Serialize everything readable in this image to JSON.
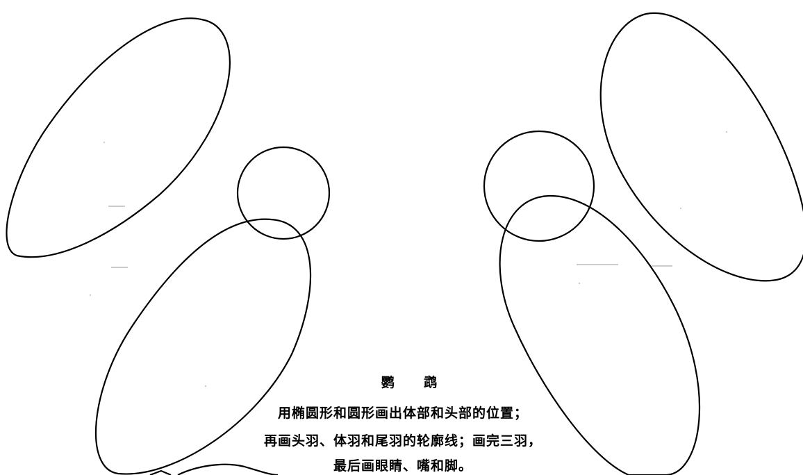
{
  "caption": {
    "title": "鹦 鹉",
    "lines": [
      "用椭圆形和圆形画出体部和头部的位置；",
      "再画头羽、体羽和尾羽的轮廓线；画完三羽，",
      "最后画眼睛、嘴和脚。"
    ]
  },
  "colors": {
    "ink": "#000000",
    "paper": "#ffffff"
  }
}
